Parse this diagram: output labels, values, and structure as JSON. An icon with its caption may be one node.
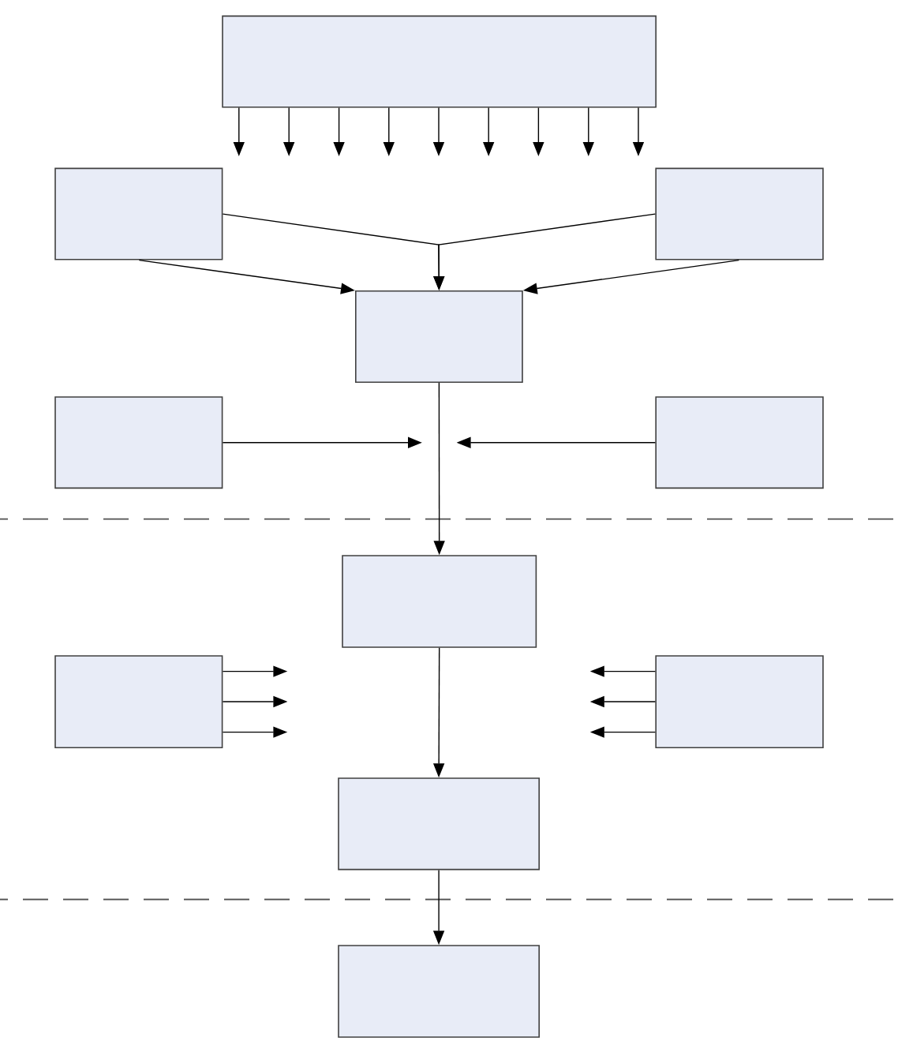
{
  "diagram": {
    "nodes": [
      {
        "text": [],
        "shape": "box"
      },
      {
        "text": [],
        "shape": "box"
      },
      {
        "text": [],
        "shape": "box"
      },
      {
        "text": [],
        "shape": "box"
      },
      {
        "text": [],
        "shape": "box"
      },
      {
        "text": [],
        "shape": "box"
      },
      {
        "text": [],
        "shape": "box"
      },
      {
        "text": [],
        "shape": "box"
      },
      {
        "text": [],
        "shape": "box"
      },
      {
        "text": [],
        "shape": "box"
      },
      {
        "text": [],
        "shape": "box"
      }
    ],
    "edges": [
      {
        "from": 0,
        "to": null,
        "arrow": "to"
      },
      {
        "from": 0,
        "to": null,
        "arrow": "to"
      },
      {
        "from": 0,
        "to": null,
        "arrow": "to"
      },
      {
        "from": 0,
        "to": null,
        "arrow": "to"
      },
      {
        "from": 0,
        "to": null,
        "arrow": "to"
      },
      {
        "from": 0,
        "to": null,
        "arrow": "to"
      },
      {
        "from": 0,
        "to": null,
        "arrow": "to"
      },
      {
        "from": 0,
        "to": null,
        "arrow": "to"
      },
      {
        "from": 0,
        "to": null,
        "arrow": "to"
      },
      {
        "from": 1,
        "to": 3,
        "arrow": "to"
      },
      {
        "from": 2,
        "to": 3,
        "arrow": "to"
      },
      {
        "from": 1,
        "to": 3,
        "arrow": "to"
      },
      {
        "from": 2,
        "to": 3,
        "arrow": "to"
      },
      {
        "from": 3,
        "to": 6,
        "arrow": "to"
      },
      {
        "from": 4,
        "to": null,
        "arrow": "to"
      },
      {
        "from": 5,
        "to": null,
        "arrow": "to"
      },
      {
        "from": 6,
        "to": 9,
        "arrow": "to"
      },
      {
        "from": 7,
        "to": null,
        "arrow": "to"
      },
      {
        "from": 7,
        "to": null,
        "arrow": "to"
      },
      {
        "from": 7,
        "to": null,
        "arrow": "to"
      },
      {
        "from": 8,
        "to": null,
        "arrow": "to"
      },
      {
        "from": 8,
        "to": null,
        "arrow": "to"
      },
      {
        "from": 8,
        "to": null,
        "arrow": "to"
      },
      {
        "from": 9,
        "to": 10,
        "arrow": "to"
      }
    ]
  }
}
